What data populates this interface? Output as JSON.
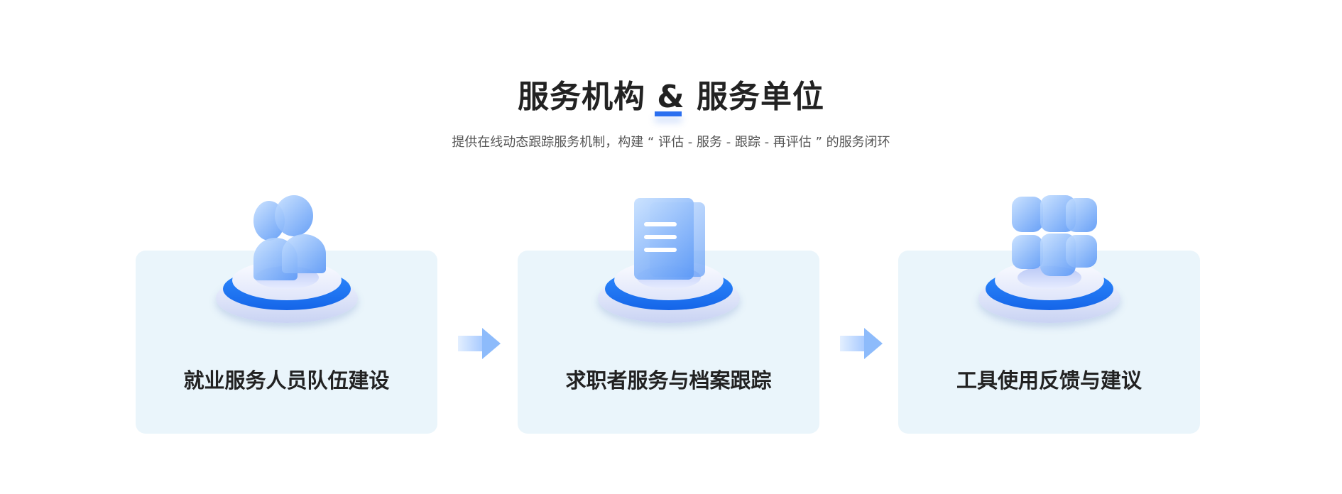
{
  "header": {
    "title": "服务机构 & 服务单位",
    "subtitle": "提供在线动态跟踪服务机制，构建 “ 评估 - 服务 - 跟踪 - 再评估 ” 的服务闭环"
  },
  "cards": [
    {
      "label": "就业服务人员队伍建设",
      "icon": "people-icon"
    },
    {
      "label": "求职者服务与档案跟踪",
      "icon": "clipboard-icon"
    },
    {
      "label": "工具使用反馈与建议",
      "icon": "app-grid-icon"
    }
  ],
  "colors": {
    "accent": "#2b6ff0",
    "card_bg": "#eaf5fb"
  }
}
